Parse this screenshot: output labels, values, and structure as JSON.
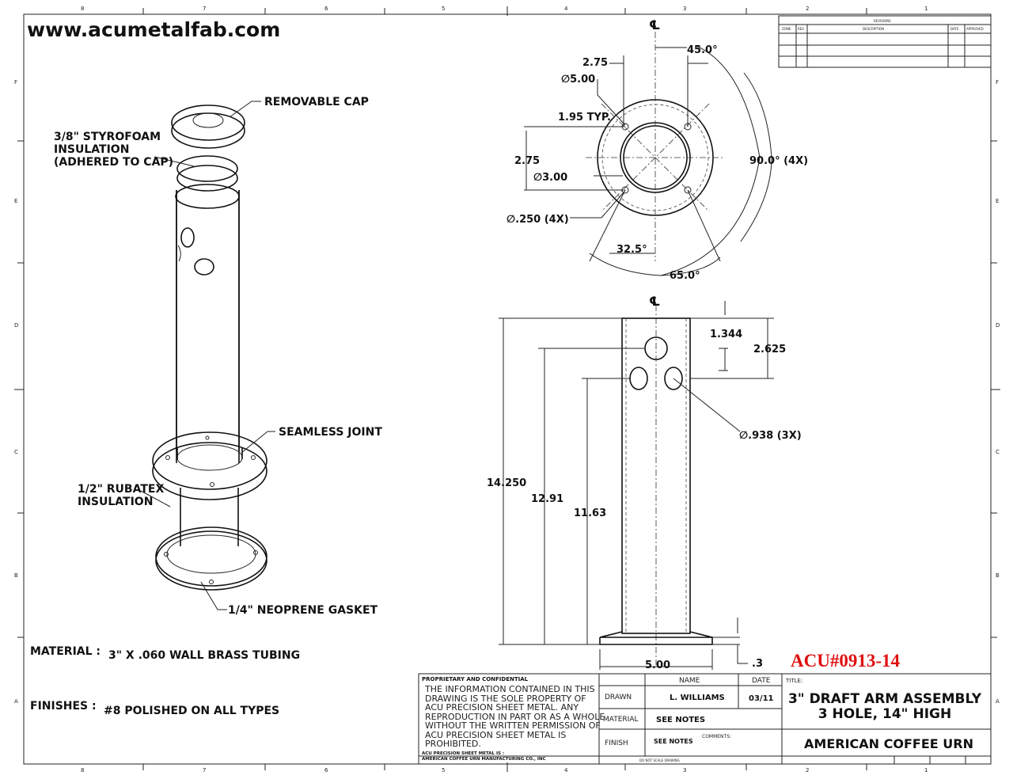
{
  "website": "www.acumetalfab.com",
  "zones_top": [
    "8",
    "7",
    "6",
    "5",
    "4",
    "3",
    "2",
    "1"
  ],
  "zones_side": [
    "F",
    "E",
    "D",
    "C",
    "B",
    "A"
  ],
  "revisions": {
    "title": "REVISIONS",
    "headers": [
      "ZONE",
      "REV.",
      "DESCRIPTION",
      "DATE",
      "APPROVED"
    ]
  },
  "callouts": {
    "cap": "REMOVABLE CAP",
    "styro1": "3/8\" STYROFOAM",
    "styro2": "INSULATION",
    "styro3": "(ADHERED TO CAP)",
    "joint": "SEAMLESS JOINT",
    "rubatex1": "1/2\" RUBATEX",
    "rubatex2": "INSULATION",
    "gasket": "1/4\" NEOPRENE GASKET"
  },
  "top_view": {
    "cl": "℄",
    "d_275a": "2.75",
    "d_500": "∅5.00",
    "ang_45": "45.0°",
    "d_195": "1.95 TYP.",
    "d_275b": "2.75",
    "d_300": "∅3.00",
    "ang_90": "90.0° (4X)",
    "d_250": "∅.250 (4X)",
    "ang_325": "32.5°",
    "ang_65": "65.0°"
  },
  "front_view": {
    "cl": "℄",
    "d_1344": "1.344",
    "d_2625": "2.625",
    "d_938": "∅.938 (3X)",
    "d_14250": "14.250",
    "d_1291": "12.91",
    "d_1163": "11.63",
    "d_500": "5.00",
    "d_3": ".3"
  },
  "notes": {
    "material_label": "MATERIAL :",
    "material_value": "3\" X .060 WALL BRASS TUBING",
    "finishes_label": "FINISHES :",
    "finishes_value": "#8 POLISHED ON ALL TYPES"
  },
  "part_number": "ACU#0913-14",
  "part_number_color": "#e01010",
  "title_block": {
    "proprietary_title": "PROPRIETARY AND CONFIDENTIAL",
    "proprietary_lines": [
      "THE INFORMATION CONTAINED IN THIS",
      "DRAWING IS THE SOLE PROPERTY OF",
      "ACU PRECISION SHEET METAL.  ANY",
      "REPRODUCTION IN PART OR AS A WHOLE",
      "WITHOUT THE WRITTEN PERMISSION OF",
      "ACU PRECISION SHEET METAL IS",
      "PROHIBITED."
    ],
    "company_line1": "ACU PRECISION SHEET METAL IS :",
    "company_line2": "AMERICAN COFFEE URN MANUFACTURING CO., INC",
    "name_header": "NAME",
    "date_header": "DATE",
    "drawn_label": "DRAWN",
    "drawn_name": "L. WILLIAMS",
    "drawn_date": "03/11",
    "material_label": "MATERIAL",
    "material_value": "SEE NOTES",
    "finish_label": "FINISH",
    "finish_value": "SEE NOTES",
    "comments_label": "COMMENTS:",
    "do_not_scale": "DO NOT SCALE DRAWING",
    "title_label": "TITLE:",
    "title_line1": "3\" DRAFT ARM ASSEMBLY",
    "title_line2": "3 HOLE, 14\" HIGH",
    "customer": "AMERICAN COFFEE URN"
  }
}
